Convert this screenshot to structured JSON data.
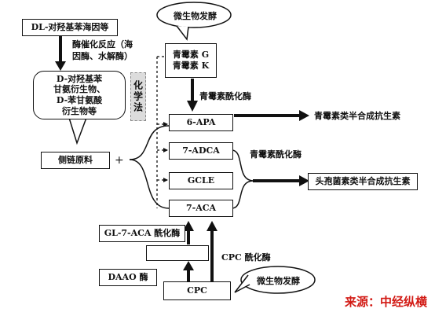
{
  "nodes": {
    "dl": "DL-对羟基苯海因等",
    "d_deriv": "D-对羟基苯\n甘氨衍生物、\nD-苯甘氨酸\n衍生物等",
    "side_chain": "侧链原料",
    "plus": "+",
    "pen": "青霉素 G\n青霉素 K",
    "apa": "6-APA",
    "adca": "7-ADCA",
    "gcle": "GCLE",
    "aca": "7-ACA",
    "gl_enzyme": "GL-7-ACA 酰化酶",
    "daao": "DAAO 酶",
    "cpc": "CPC",
    "pen_semi": "青霉素类半合成抗生素",
    "ceph_semi": "头孢菌素类半合成抗生素"
  },
  "labels": {
    "enzyme_catalysis": "酶催化反应（海\n因酶、水解酶）",
    "pen_acylase_1": "青霉素酰化酶",
    "pen_acylase_2": "青霉素酰化酶",
    "chemical": "化学法",
    "cpc_acylase": "CPC 酰化酶"
  },
  "clouds": {
    "top": "微生物发酵",
    "bottom": "微生物发酵"
  },
  "source": "来源：中经纵横"
}
